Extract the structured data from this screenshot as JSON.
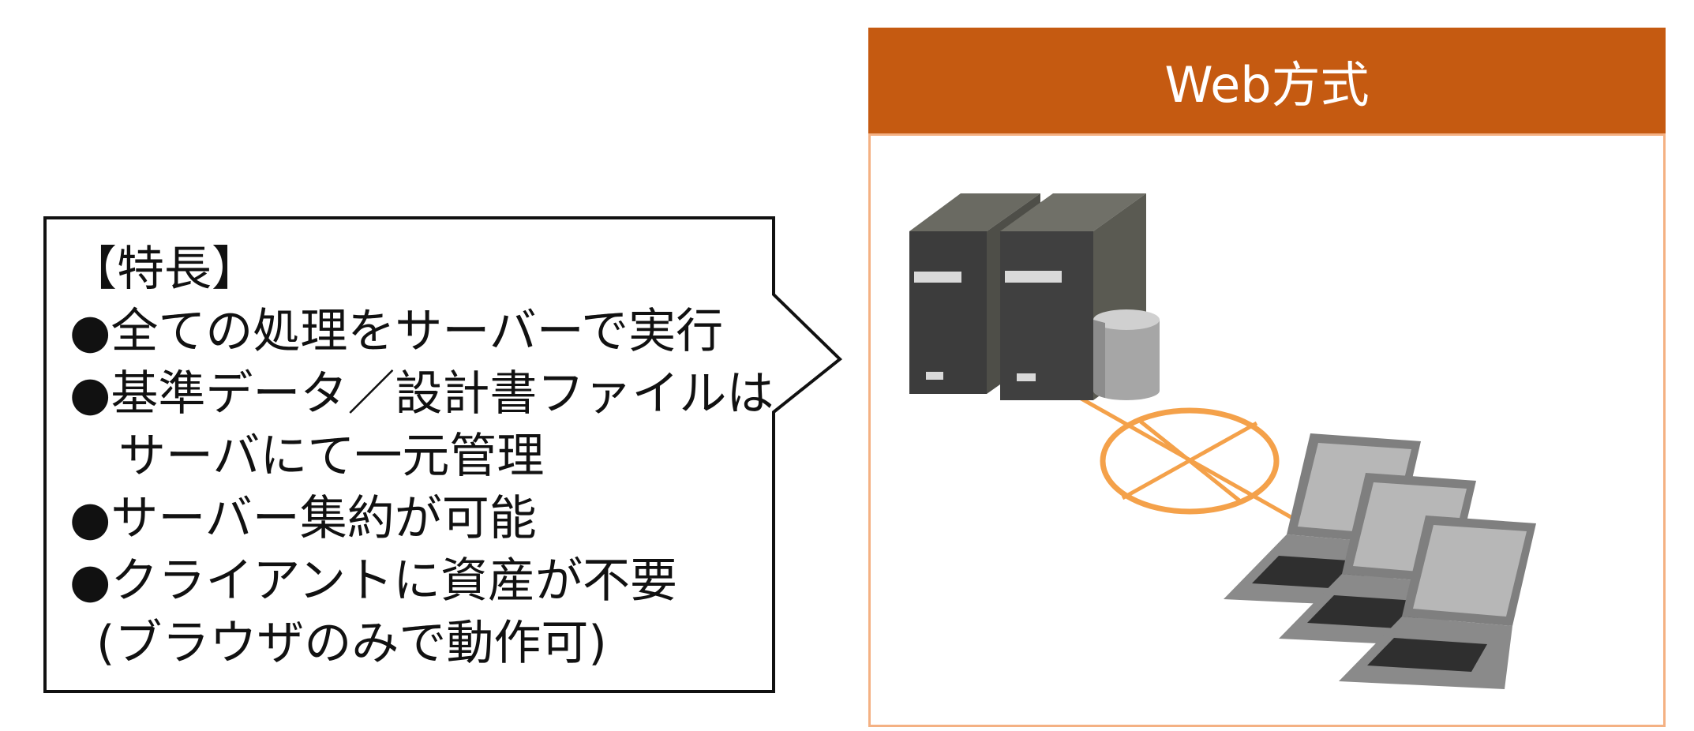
{
  "callout": {
    "title": "【特長】",
    "lines": [
      "●全ての処理をサーバーで実行",
      "●基準データ／設計書ファイルは",
      "サーバにて一元管理",
      "●サーバー集約が可能",
      "●クライアントに資産が不要",
      "(ブラウザのみで動作可)"
    ]
  },
  "panel": {
    "header": "Web方式"
  },
  "colors": {
    "header_bg": "#c55a11",
    "panel_border": "#f4b183",
    "network": "#f4a14a",
    "server_front": "#404040",
    "server_side": "#5a5a52"
  },
  "icons": [
    "server-rack-icon",
    "database-icon",
    "network-ring-icon",
    "laptop-icon"
  ]
}
